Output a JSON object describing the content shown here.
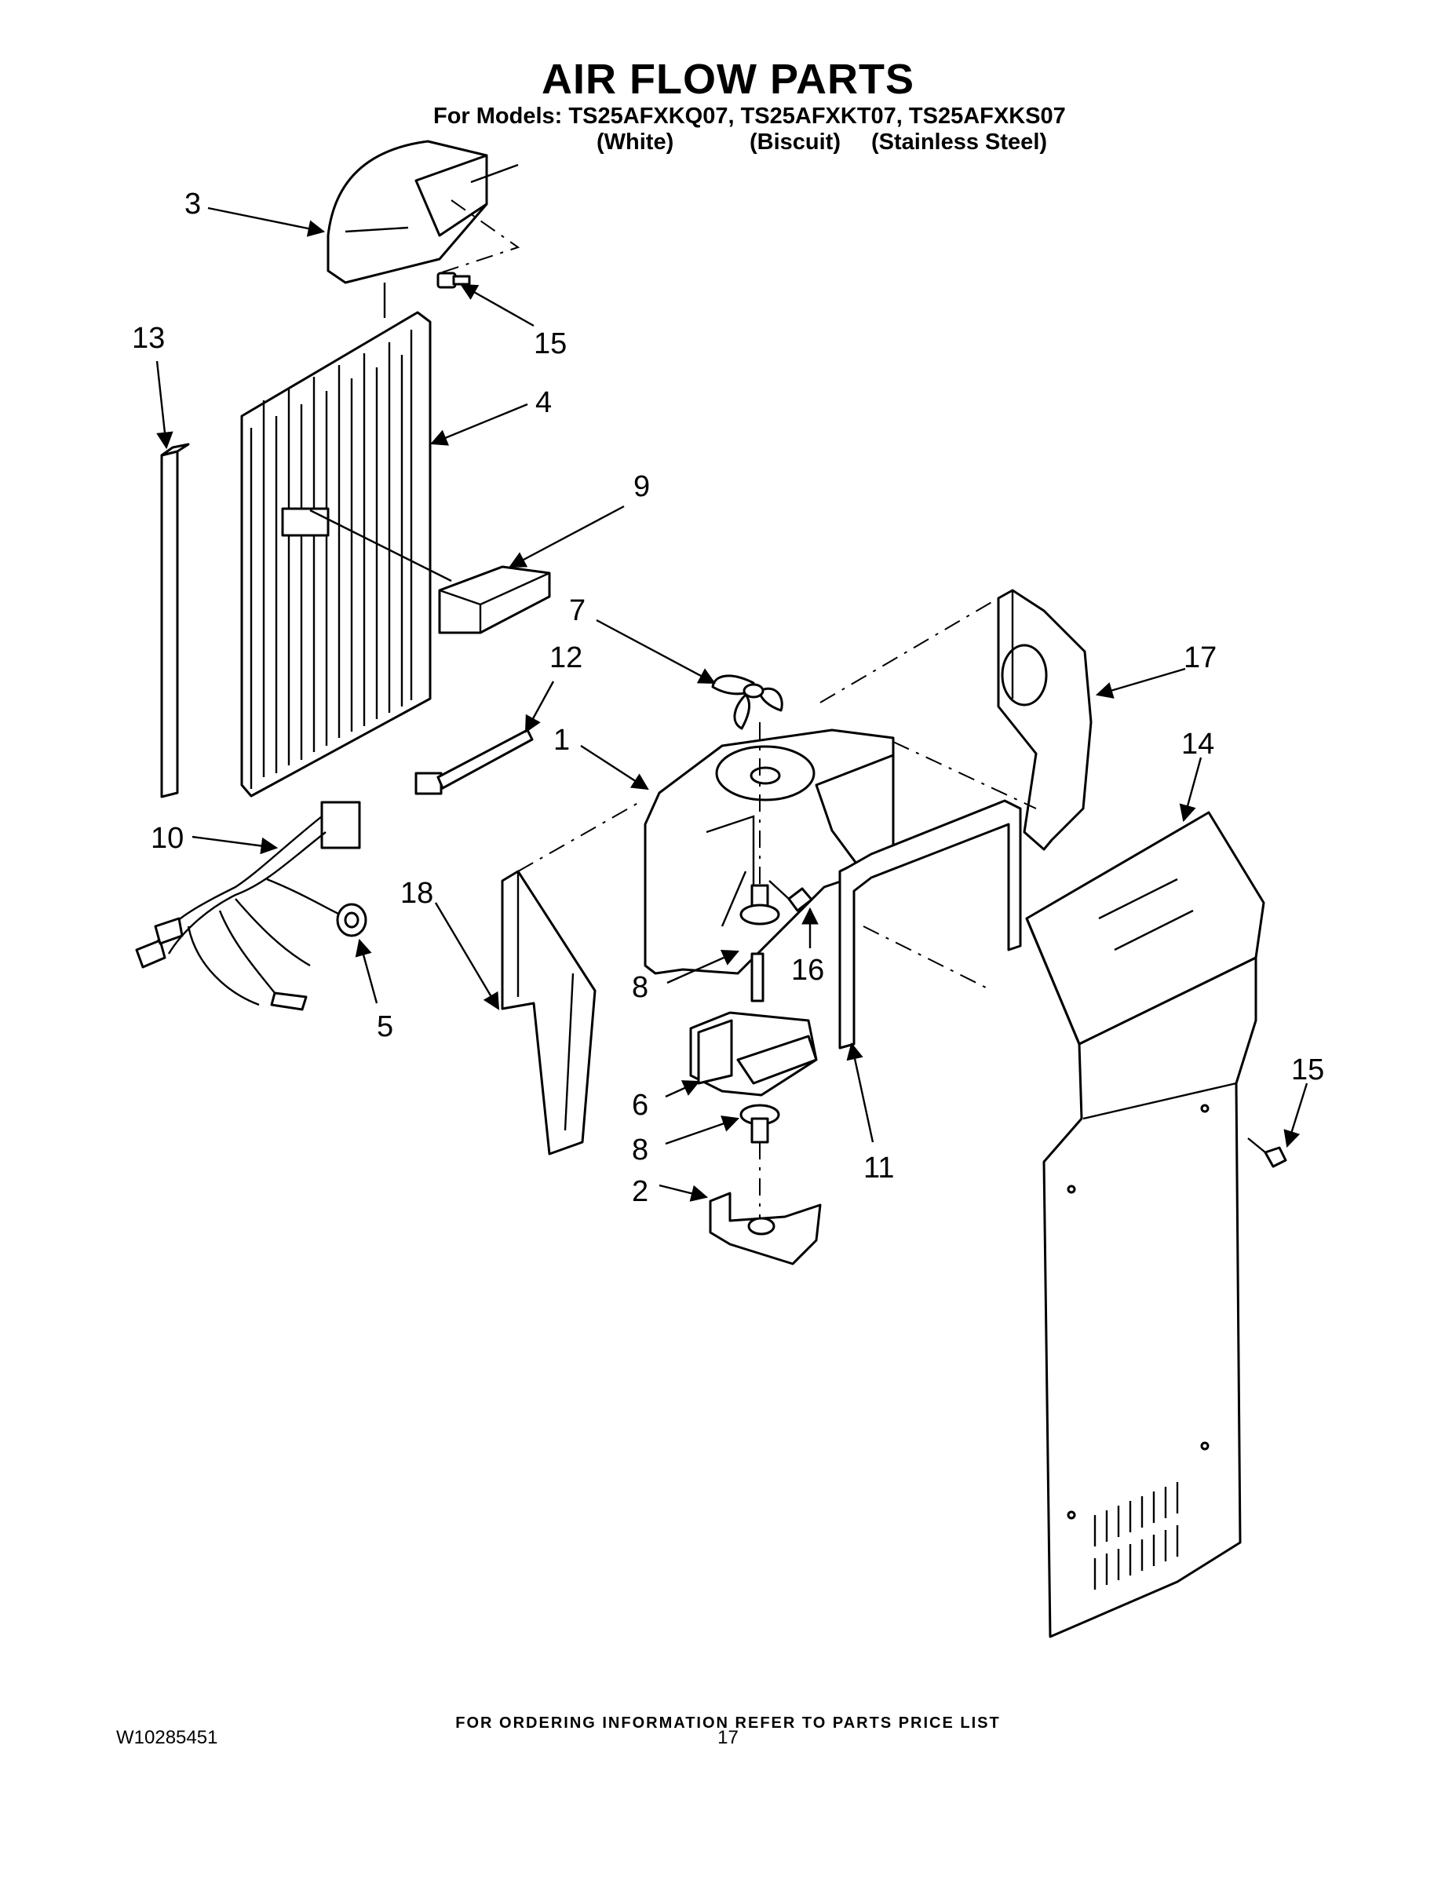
{
  "header": {
    "title": "AIR FLOW PARTS",
    "models_line": "For Models: TS25AFXKQ07, TS25AFXKT07, TS25AFXKS07",
    "color_white": "(White)",
    "color_biscuit": "(Biscuit)",
    "color_stainless": "(Stainless Steel)"
  },
  "callouts": {
    "c1": "1",
    "c2": "2",
    "c3": "3",
    "c4": "4",
    "c5": "5",
    "c6": "6",
    "c7": "7",
    "c8a": "8",
    "c8b": "8",
    "c9": "9",
    "c10": "10",
    "c11": "11",
    "c12": "12",
    "c13": "13",
    "c14": "14",
    "c15a": "15",
    "c15b": "15",
    "c16": "16",
    "c17": "17",
    "c18": "18"
  },
  "footer": {
    "ordering_note": "FOR ORDERING INFORMATION REFER TO PARTS PRICE LIST",
    "doc_number": "W10285451",
    "page_number": "17"
  }
}
